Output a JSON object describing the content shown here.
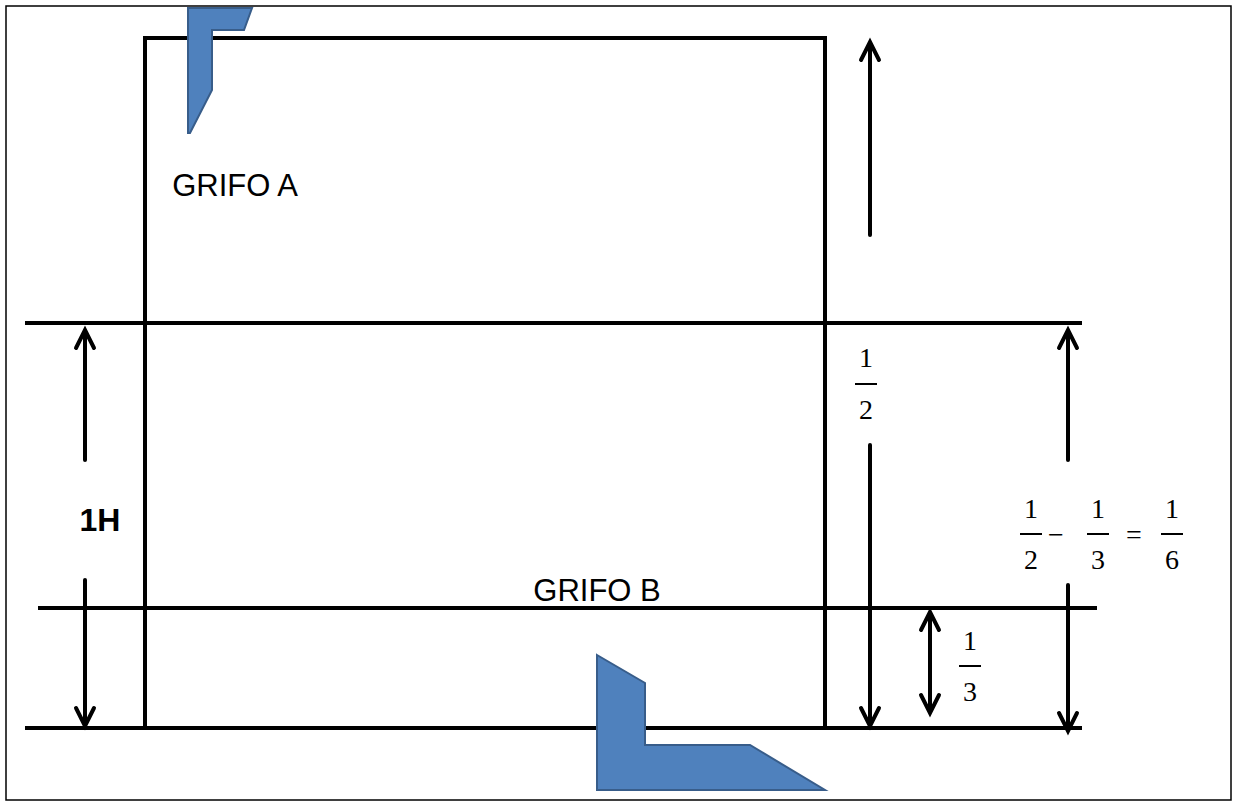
{
  "diagram": {
    "labels": [
      "GRIFO  A",
      "GRIFO  B",
      "1H",
      "1",
      "2",
      "1",
      "3",
      "1",
      "2",
      "−",
      "1",
      "3",
      "=",
      "1",
      "6"
    ]
  }
}
